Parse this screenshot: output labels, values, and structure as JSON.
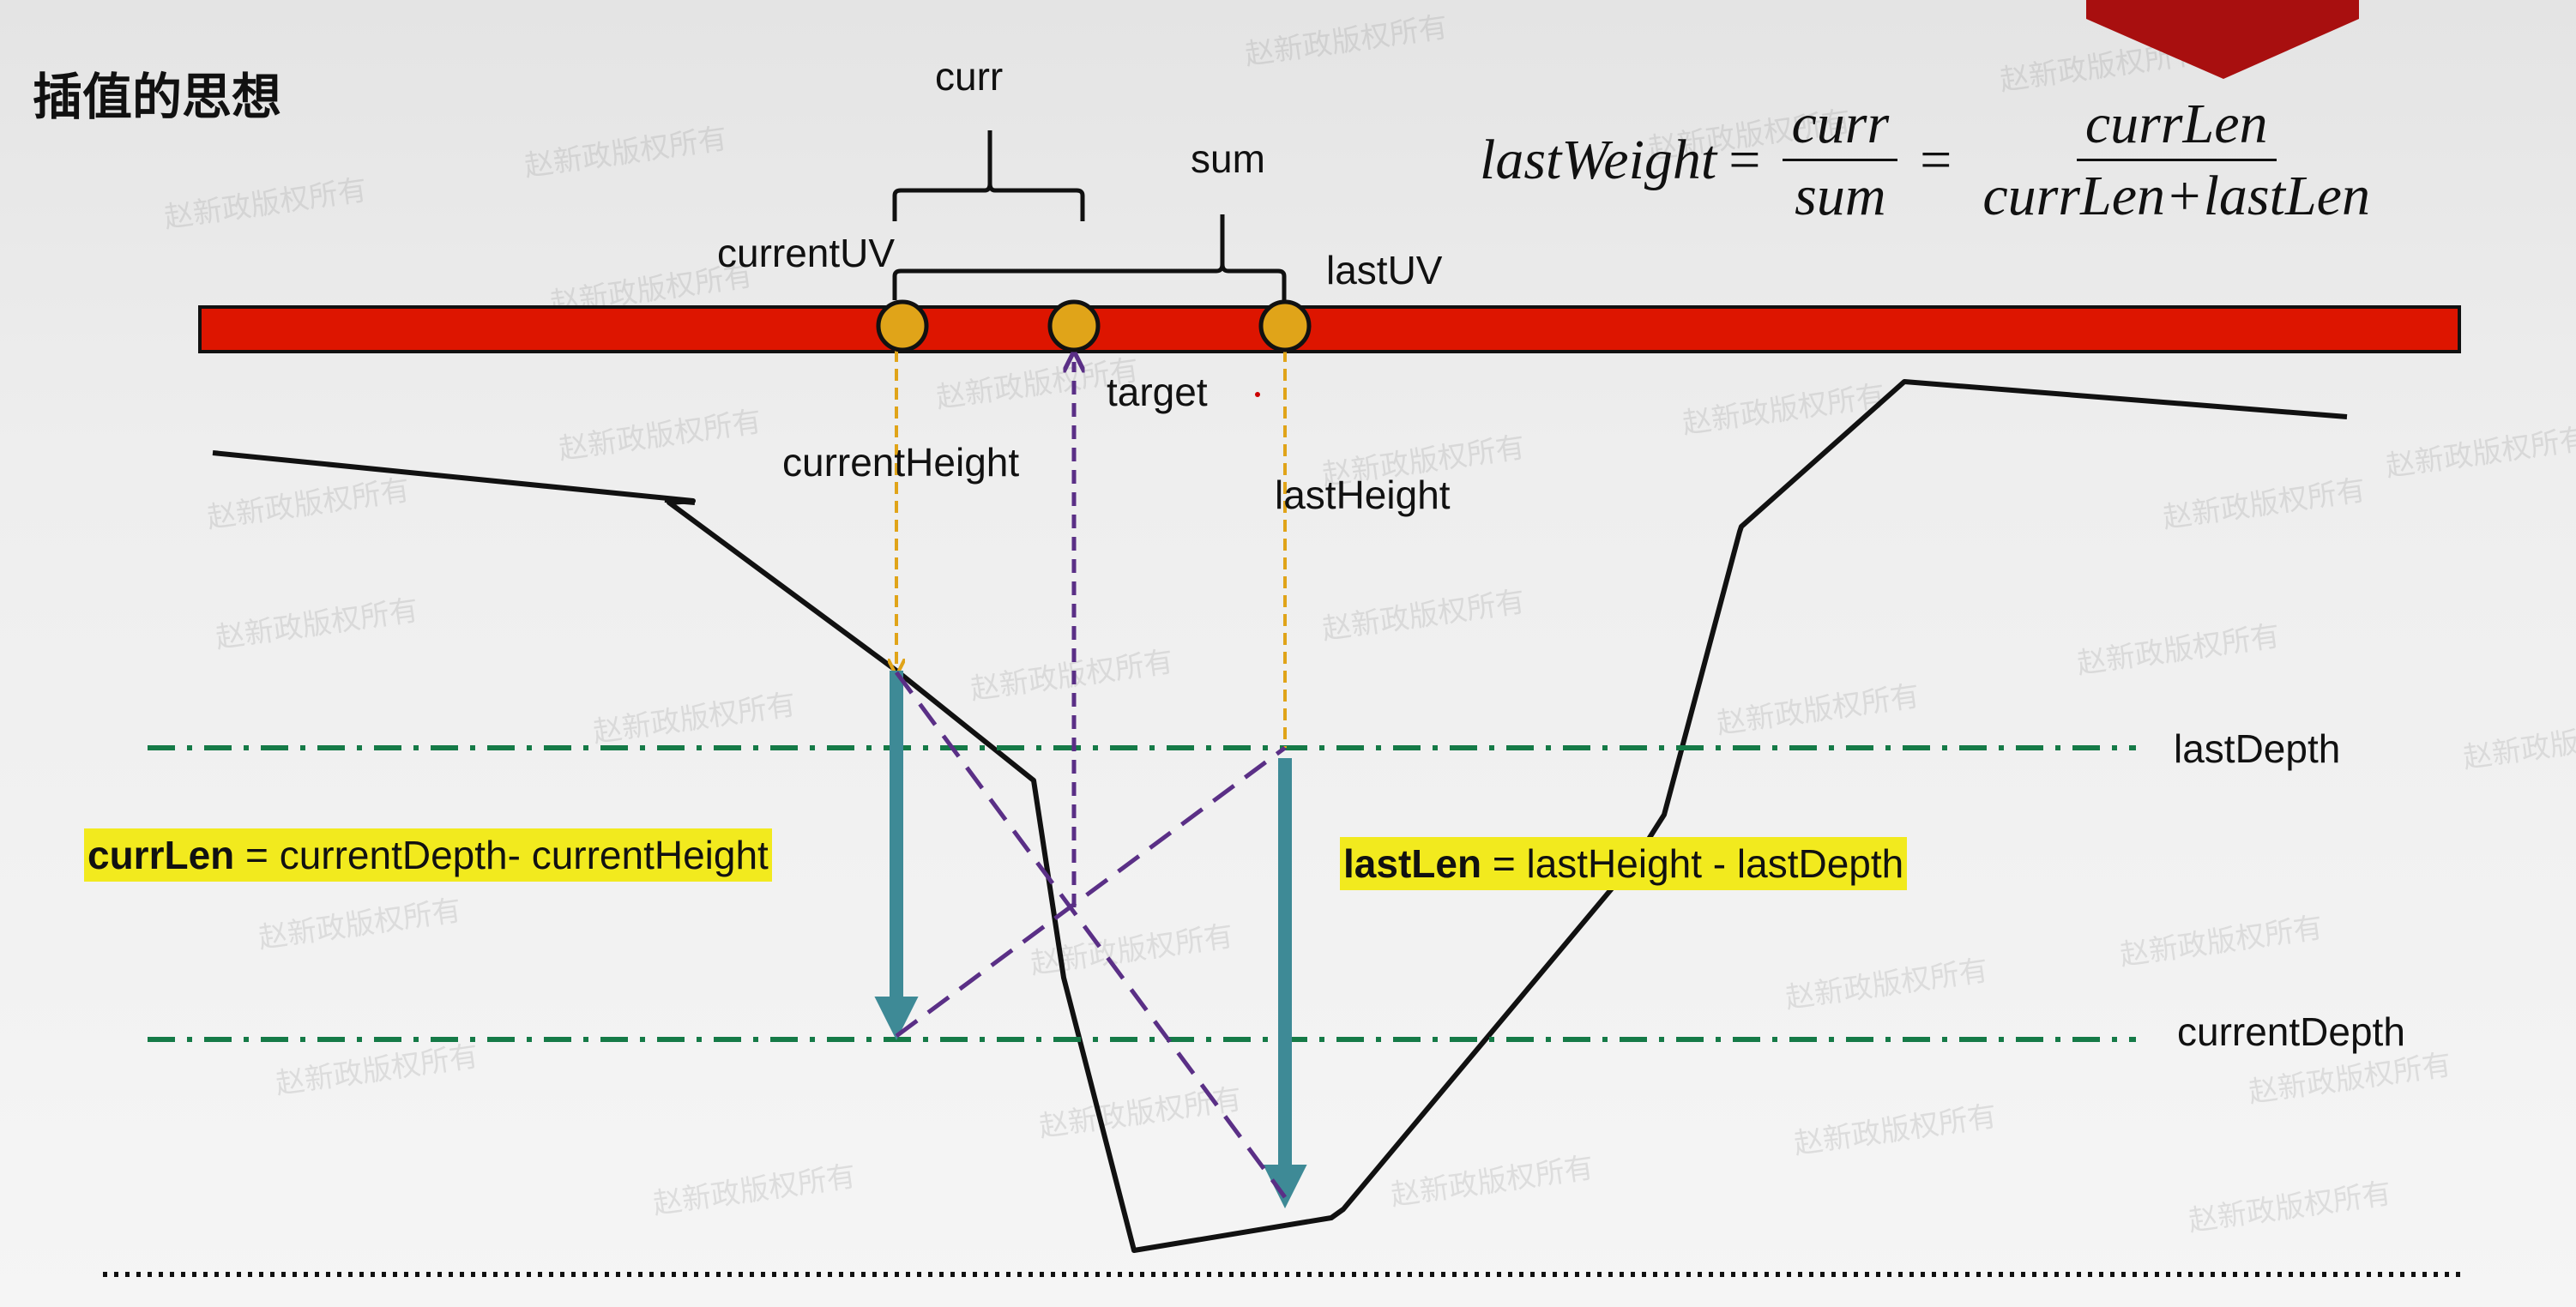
{
  "title": "插值的思想",
  "formula": {
    "lhs": "lastWeight",
    "eq": "=",
    "frac1_num": "curr",
    "frac1_den": "sum",
    "frac2_num": "currLen",
    "frac2_den": "currLen+lastLen"
  },
  "labels": {
    "curr": "curr",
    "sum": "sum",
    "currentUV": "currentUV",
    "lastUV": "lastUV",
    "target": "target",
    "currentHeight": "currentHeight",
    "lastHeight": "lastHeight",
    "lastDepth": "lastDepth",
    "currentDepth": "currentDepth"
  },
  "equations": {
    "currLen_name": "currLen",
    "currLen_expr": " = currentDepth- currentHeight",
    "lastLen_name": "lastLen",
    "lastLen_expr": " = lastHeight - lastDepth"
  },
  "watermark": "赵新政版权所有",
  "colors": {
    "bar": "#dd1500",
    "uv_point": "#e0a419",
    "height_arrow": "#e0a419",
    "target_arrow": "#5a2f86",
    "depth_line": "#157a47",
    "length_bar": "#3e8a96",
    "highlight": "#f2ea1e",
    "corner_mark": "#a80f0f"
  }
}
